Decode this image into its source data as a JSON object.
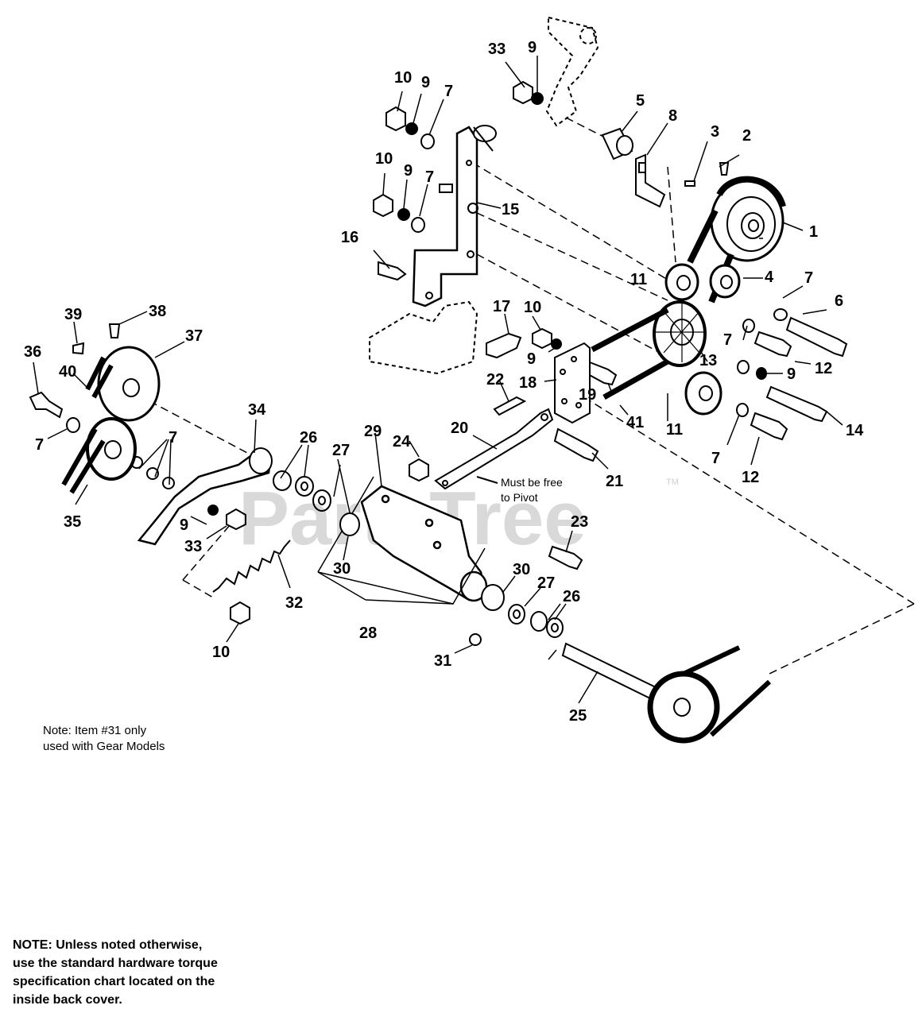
{
  "watermark": {
    "text": "PartsTree",
    "tm": "TM"
  },
  "callouts": {
    "c1": "1",
    "c2": "2",
    "c3": "3",
    "c4": "4",
    "c5": "5",
    "c6": "6",
    "c7a": "7",
    "c7b": "7",
    "c7c": "7",
    "c7d": "7",
    "c7e": "7",
    "c7f": "7",
    "c7g": "7",
    "c8": "8",
    "c9a": "9",
    "c9b": "9",
    "c9c": "9",
    "c9d": "9",
    "c9e": "9",
    "c9f": "9",
    "c10a": "10",
    "c10b": "10",
    "c10c": "10",
    "c10d": "10",
    "c11a": "11",
    "c11b": "11",
    "c12a": "12",
    "c12b": "12",
    "c13": "13",
    "c14": "14",
    "c15": "15",
    "c16": "16",
    "c17": "17",
    "c18": "18",
    "c19": "19",
    "c20": "20",
    "c21": "21",
    "c22": "22",
    "c23": "23",
    "c24": "24",
    "c25": "25",
    "c26a": "26",
    "c26b": "26",
    "c27a": "27",
    "c27b": "27",
    "c28": "28",
    "c29": "29",
    "c30a": "30",
    "c30b": "30",
    "c31": "31",
    "c32": "32",
    "c33a": "33",
    "c33b": "33",
    "c34": "34",
    "c35": "35",
    "c36": "36",
    "c37": "37",
    "c38": "38",
    "c39": "39",
    "c40": "40",
    "c41": "41"
  },
  "notes": {
    "pivot": [
      "Must be free",
      "to Pivot"
    ],
    "item31": [
      "Note: Item #31 only",
      "used with Gear Models"
    ],
    "bottom": [
      "NOTE: Unless noted otherwise,",
      "use the standard hardware torque",
      "specification chart located on the",
      "inside back cover."
    ]
  }
}
